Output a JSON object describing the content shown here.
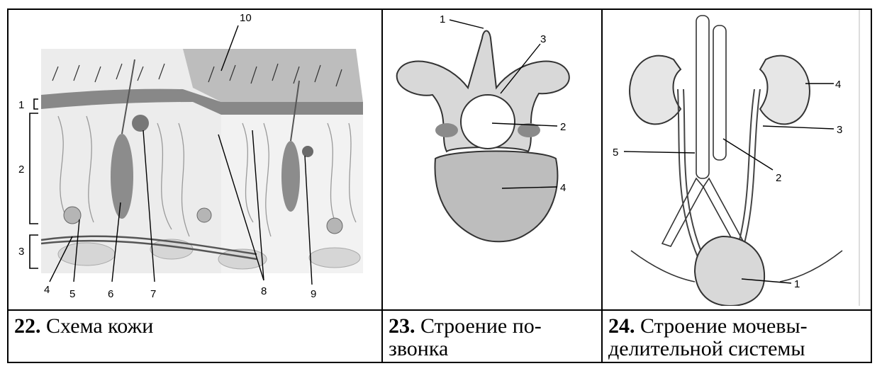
{
  "page_heading": "",
  "figures": [
    {
      "number": "22.",
      "caption": "Схема кожи",
      "labels": [
        "10",
        "1",
        "2",
        "3",
        "4",
        "5",
        "6",
        "7",
        "8",
        "9"
      ]
    },
    {
      "number": "23.",
      "caption_line1": "Строение по-",
      "caption_line2": "звонка",
      "labels": [
        "1",
        "3",
        "2",
        "4"
      ]
    },
    {
      "number": "24.",
      "caption_line1": "Строение мочевы-",
      "caption_line2": "делительной системы",
      "labels": [
        "4",
        "3",
        "5",
        "2",
        "1"
      ]
    }
  ]
}
